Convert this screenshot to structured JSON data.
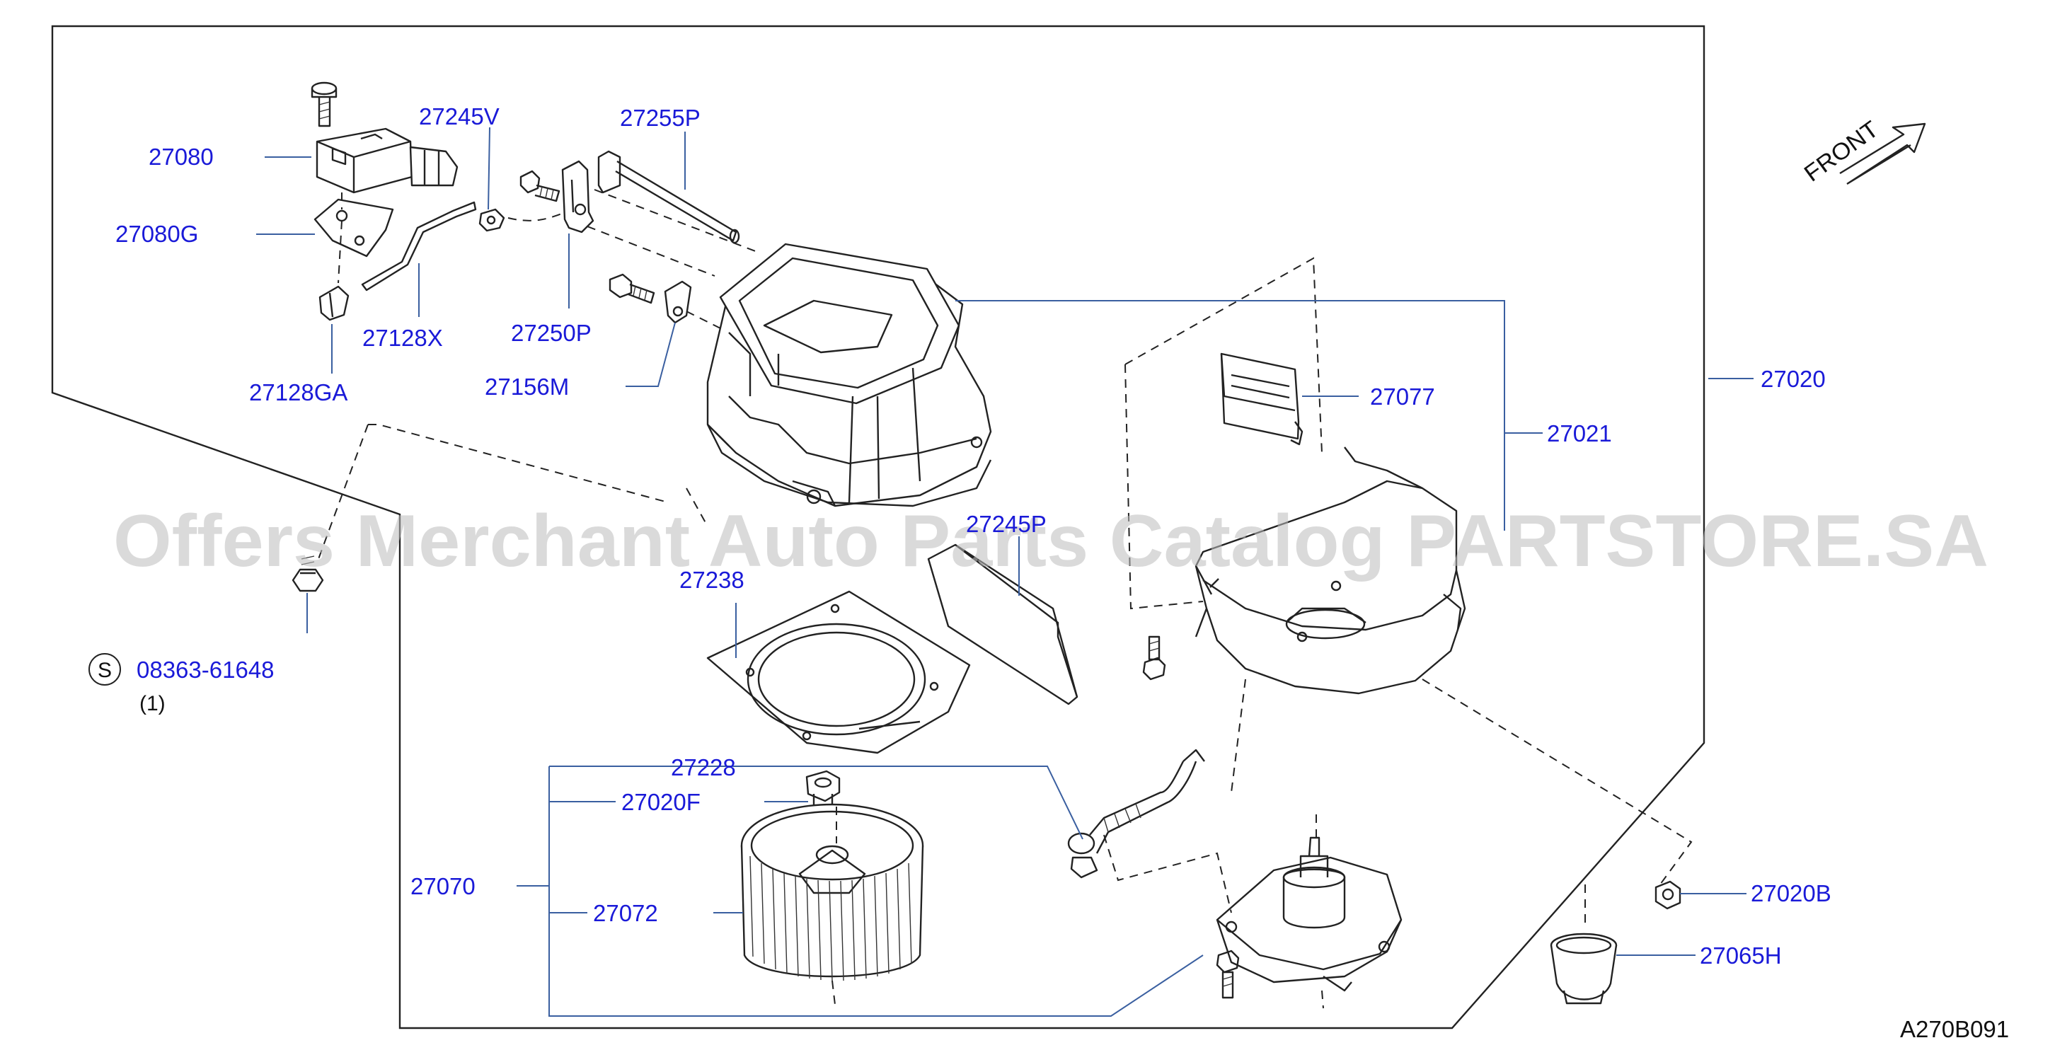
{
  "labels": {
    "p27080": "27080",
    "p27080G": "27080G",
    "p27128GA": "27128GA",
    "p27128X": "27128X",
    "p27245V": "27245V",
    "p27255P": "27255P",
    "p27250P": "27250P",
    "p27156M": "27156M",
    "p27077": "27077",
    "p27021": "27021",
    "p27020": "27020",
    "p27245P": "27245P",
    "p27238": "27238",
    "p08363": "08363-61648",
    "p08363_qty": "(1)",
    "p08363_mark": "S",
    "p27228": "27228",
    "p27020F": "27020F",
    "p27070": "27070",
    "p27072": "27072",
    "p27020B": "27020B",
    "p27065H": "27065H"
  },
  "front_label": "FRONT",
  "diagram_ref": "A270B091",
  "watermark": "Offers Merchant Auto Parts Catalog PARTSTORE.SA",
  "colors": {
    "label": "#1a1ad8",
    "leader": "#3a5fa0",
    "line": "#222222",
    "watermark": "#bdbdbd"
  }
}
